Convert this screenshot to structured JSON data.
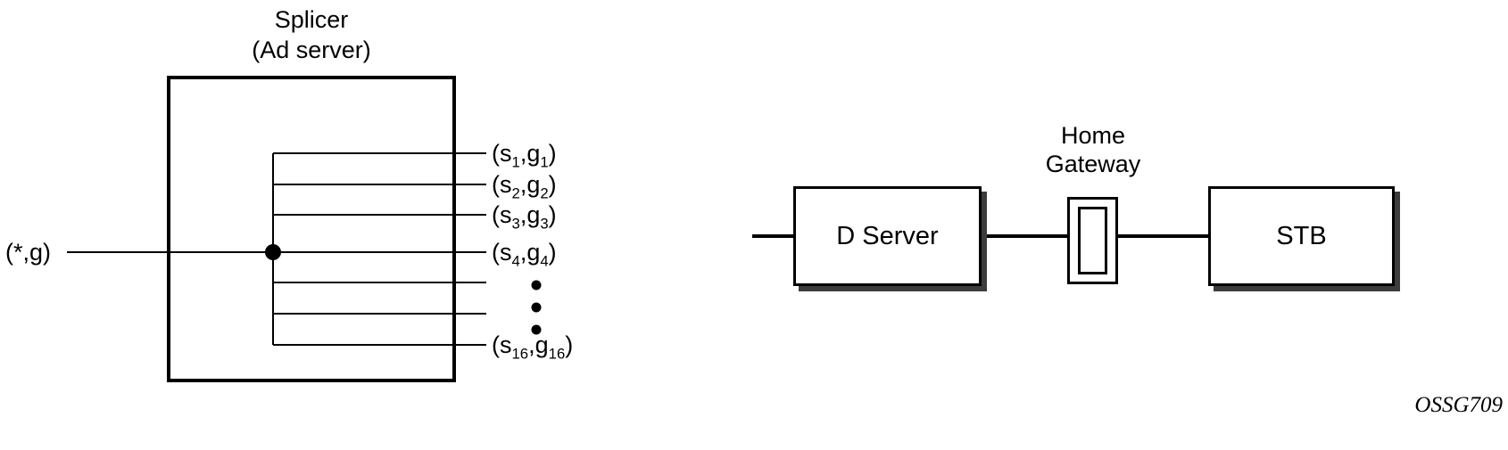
{
  "splicer": {
    "title_line1": "Splicer",
    "title_line2": "(Ad server)",
    "input_label": "(*,g)",
    "outputs": [
      {
        "pre": "(s",
        "sub1": "1",
        "mid": ",g",
        "sub2": "1",
        "post": ")"
      },
      {
        "pre": "(s",
        "sub1": "2",
        "mid": ",g",
        "sub2": "2",
        "post": ")"
      },
      {
        "pre": "(s",
        "sub1": "3",
        "mid": ",g",
        "sub2": "3",
        "post": ")"
      },
      {
        "pre": "(s",
        "sub1": "4",
        "mid": ",g",
        "sub2": "4",
        "post": ")"
      },
      {
        "pre": "(s",
        "sub1": "16",
        "mid": ",g",
        "sub2": "16",
        "post": ")"
      }
    ]
  },
  "chain": {
    "d_server": "D Server",
    "home_gateway_line1": "Home",
    "home_gateway_line2": "Gateway",
    "stb": "STB"
  },
  "figure_id": "OSSG709",
  "colors": {
    "line": "#000000",
    "background": "#ffffff",
    "box_shadow": "#3c3c3c"
  }
}
